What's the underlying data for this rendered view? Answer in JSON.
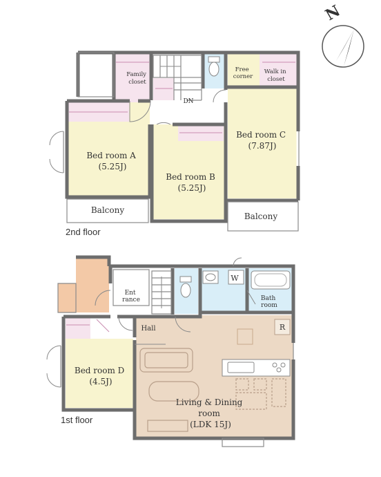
{
  "compass": {
    "letter": "N",
    "icon": "north-arrow-icon"
  },
  "floors": {
    "second": {
      "label": "2nd floor",
      "rooms": {
        "family_closet": [
          "Family",
          "closet"
        ],
        "free_corner": [
          "Free",
          "corner"
        ],
        "walk_in_closet": [
          "Walk in",
          "closet"
        ],
        "stair_dn": "DN",
        "bedroom_a": [
          "Bed room A",
          "(5.25J)"
        ],
        "bedroom_b": [
          "Bed room B",
          "(5.25J)"
        ],
        "bedroom_c": [
          "Bed room C",
          "(7.87J)"
        ],
        "balcony_left": "Balcony",
        "balcony_right": "Balcony"
      }
    },
    "first": {
      "label": "1st floor",
      "rooms": {
        "entrance": [
          "Ent",
          "rance"
        ],
        "hall": "Hall",
        "washroom": "W",
        "bathroom": [
          "Bath",
          "room"
        ],
        "refrigerator": "R",
        "bedroom_d": [
          "Bed room D",
          "(4.5J)"
        ],
        "ldk": [
          "Living & Dining",
          "room",
          "(LDK 15J)"
        ]
      }
    }
  },
  "colors": {
    "bedroom": "#f8f4cf",
    "closet": "#f6e4ee",
    "ldk": "#ecd9c5",
    "wet_area": "#d9eef8",
    "entrance_porch": "#f3c9a7",
    "wall": "#6d6d6d",
    "furniture": "#b89f8a"
  }
}
